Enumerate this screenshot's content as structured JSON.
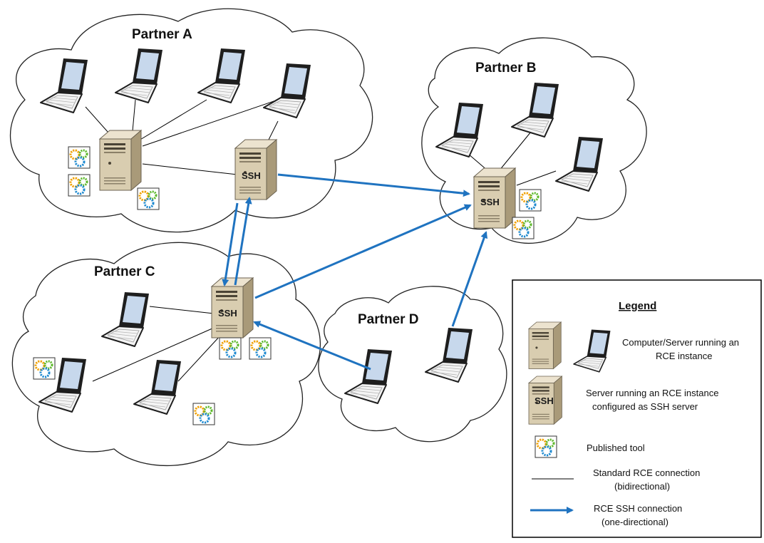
{
  "partners": {
    "a": "Partner A",
    "b": "Partner B",
    "c": "Partner C",
    "d": "Partner D"
  },
  "ssh_label": "SSH",
  "legend": {
    "title": "Legend",
    "computer_line1": "Computer/Server running an",
    "computer_line2": "RCE instance",
    "ssh_server_line1": "Server running an RCE instance",
    "ssh_server_line2": "configured as SSH server",
    "tool": "Published tool",
    "standard_line1": "Standard RCE connection",
    "standard_line2": "(bidirectional)",
    "ssh_conn_line1": "RCE SSH connection",
    "ssh_conn_line2": "(one-directional)"
  },
  "colors": {
    "ssh_arrow": "#1f73c0",
    "line": "#000000",
    "server_body": "#d9cdb0",
    "laptop_screen": "#c7d8ec"
  }
}
